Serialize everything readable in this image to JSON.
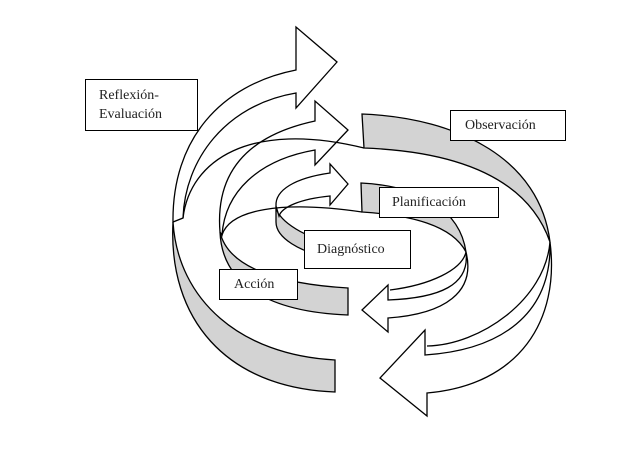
{
  "diagram": {
    "title": "Ciclo espiral de investigación-acción",
    "stages": [
      {
        "id": "reflexion",
        "lines": [
          "Reflexión-",
          "Evaluación"
        ]
      },
      {
        "id": "observacion",
        "lines": [
          "Observación"
        ]
      },
      {
        "id": "planificacion",
        "lines": [
          "Planificación"
        ]
      },
      {
        "id": "diagnostico",
        "lines": [
          "Diagnóstico"
        ]
      },
      {
        "id": "accion",
        "lines": [
          "Acción"
        ]
      }
    ],
    "colors": {
      "arrow_front": "#ffffff",
      "arrow_back": "#d3d3d3",
      "stroke": "#000000",
      "text": "#222222"
    }
  }
}
